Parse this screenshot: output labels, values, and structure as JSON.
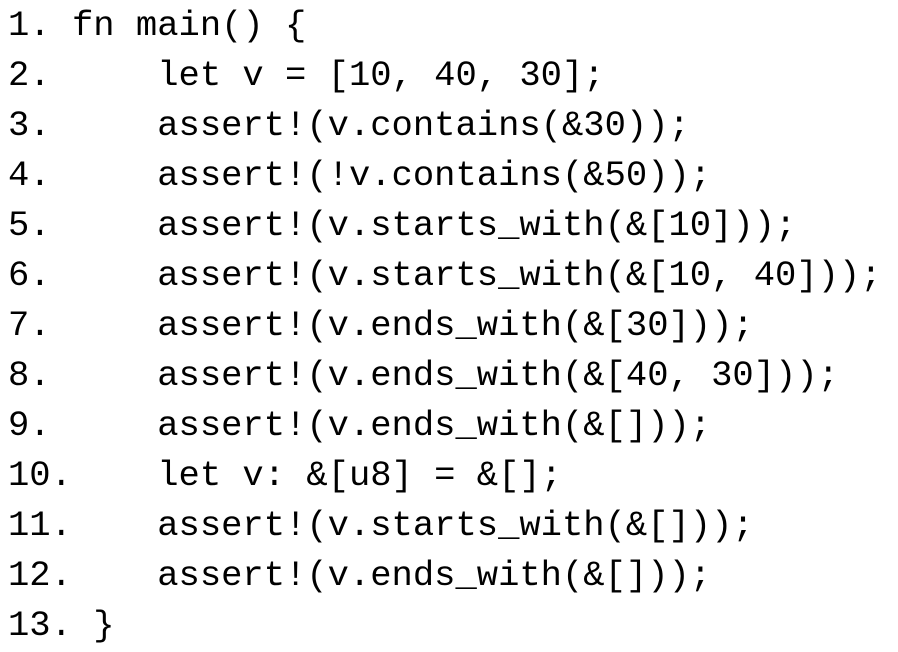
{
  "page": {
    "background_color": "#ffffff",
    "text_color": "#000000"
  },
  "code_listing": {
    "language": "Rust",
    "line_count": 13,
    "lines": [
      {
        "number": "1.",
        "code": "fn main() {"
      },
      {
        "number": "2.",
        "code": "    let v = [10, 40, 30];"
      },
      {
        "number": "3.",
        "code": "    assert!(v.contains(&30));"
      },
      {
        "number": "4.",
        "code": "    assert!(!v.contains(&50));"
      },
      {
        "number": "5.",
        "code": "    assert!(v.starts_with(&[10]));"
      },
      {
        "number": "6.",
        "code": "    assert!(v.starts_with(&[10, 40]));"
      },
      {
        "number": "7.",
        "code": "    assert!(v.ends_with(&[30]));"
      },
      {
        "number": "8.",
        "code": "    assert!(v.ends_with(&[40, 30]));"
      },
      {
        "number": "9.",
        "code": "    assert!(v.ends_with(&[]));"
      },
      {
        "number": "10.",
        "code": "    let v: &[u8] = &[];"
      },
      {
        "number": "11.",
        "code": "    assert!(v.starts_with(&[]));"
      },
      {
        "number": "12.",
        "code": "    assert!(v.ends_with(&[]));"
      },
      {
        "number": "13.",
        "code": " }"
      }
    ]
  }
}
